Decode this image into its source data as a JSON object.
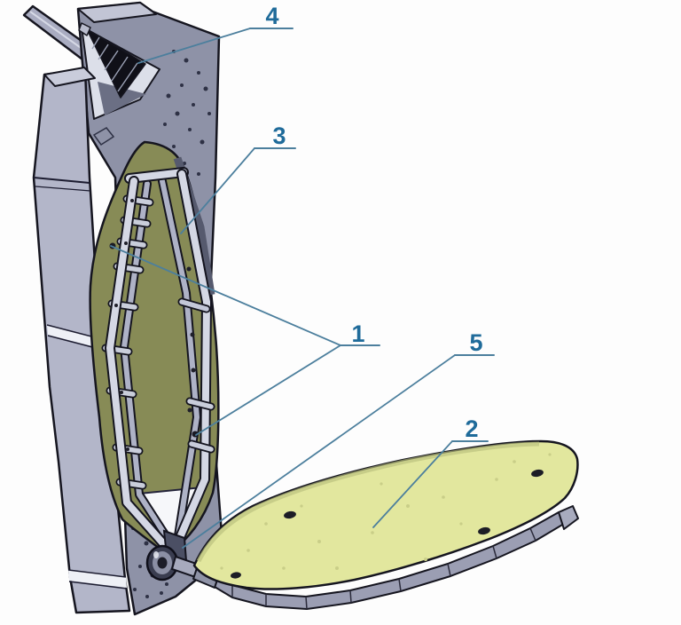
{
  "figure": {
    "title": "seat-assembly-cad-diagram",
    "callouts": [
      {
        "number": "1"
      },
      {
        "number": "2"
      },
      {
        "number": "3"
      },
      {
        "number": "4"
      },
      {
        "number": "5"
      }
    ],
    "colors": {
      "label_text": "#1f6b9a",
      "leader_line": "#4c7f9d",
      "backrest": "#878b56",
      "backrest_edge": "#565a6e",
      "seat_pan": "#e2e79e",
      "column_front": "#b3b6c9",
      "column_top_face": "#c9ccdb",
      "column_rear": "#8e92a7",
      "rear_top_face": "#c2c5d5",
      "notch_face": "#dcdfe9",
      "notch_shadow": "#6b6f84",
      "spring": "#101018",
      "strut": "#a9acc1",
      "frame_tube": "#d4d7e4",
      "frame_tube_rear": "#aeb2c6",
      "rail": "#9b9eb3",
      "pivot_outer": "#3a3d50",
      "pivot_mid": "#8b8fa4",
      "pivot_inner": "#1c1d28",
      "link": "#a7aabd",
      "gusset": "#f6f7fa",
      "stripe": "#eef0f6"
    }
  }
}
